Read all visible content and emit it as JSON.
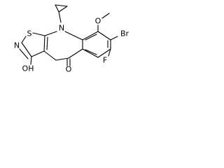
{
  "molecule": {
    "atoms": {
      "n_ring": "N",
      "s_ring": "S",
      "n_isothiazole": "N",
      "hydroxyl": "OH",
      "carbonyl_oxygen": "O",
      "methoxy_oxygen": "O",
      "bromine": "Br",
      "fluorine": "F"
    },
    "colors": {
      "bond": "#000000",
      "label": "#000000",
      "background": "#ffffff"
    }
  }
}
